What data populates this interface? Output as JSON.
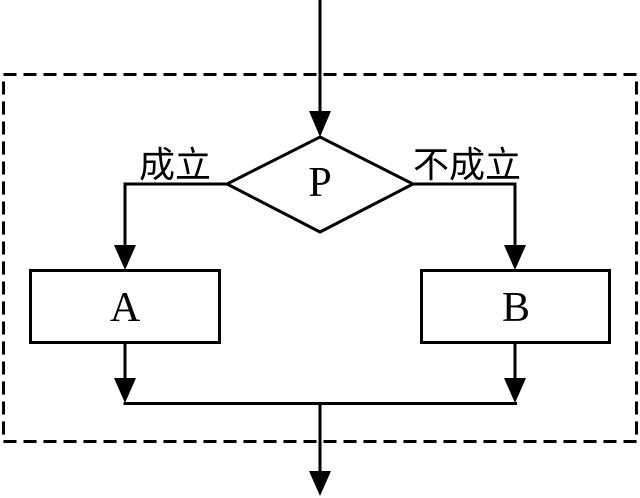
{
  "flowchart": {
    "decision": {
      "label": "P"
    },
    "branches": {
      "true_label": "成立",
      "false_label": "不成立"
    },
    "processes": {
      "a_label": "A",
      "b_label": "B"
    },
    "colors": {
      "line": "#000000",
      "text": "#000000",
      "background": "#ffffff"
    }
  }
}
